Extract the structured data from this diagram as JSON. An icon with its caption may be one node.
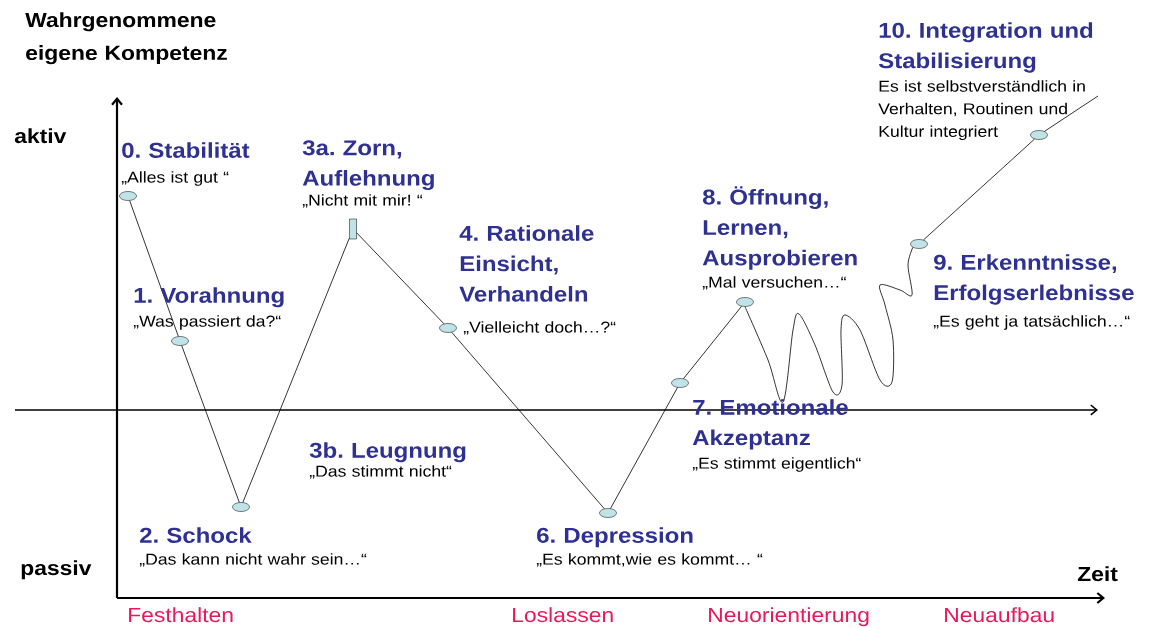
{
  "diagram": {
    "nodes": [
      {
        "text": [],
        "shape": "circle",
        "beside": [
          "0. Stabilität",
          "„Alles ist gut “"
        ]
      },
      {
        "text": [],
        "shape": "circle",
        "beside": [
          "1. Vorahnung",
          "„Was passiert da?“"
        ]
      },
      {
        "text": [],
        "shape": "circle",
        "beside": [
          "2. Schock",
          "„Das kann nicht wahr sein…“"
        ]
      },
      {
        "text": [],
        "shape": "box",
        "beside": [
          "3a. Zorn, Auflehnung",
          "„Nicht mit mir! “"
        ]
      },
      {
        "text": [],
        "shape": "circle",
        "beside": [
          "4. Rationale Einsicht, Verhandeln",
          "„Vielleicht doch…?“"
        ]
      },
      {
        "text": [],
        "shape": "circle",
        "beside": [
          "6. Depression",
          "„Es kommt,wie es kommt… “"
        ]
      },
      {
        "text": [],
        "shape": "circle",
        "beside": [
          "7. Emotionale Akzeptanz",
          "„Es stimmt eigentlich“"
        ]
      },
      {
        "text": [],
        "shape": "circle",
        "beside": [
          "8. Öffnung, Lernen, Ausprobieren",
          "„Mal versuchen…“"
        ]
      },
      {
        "text": [],
        "shape": "circle",
        "beside": [
          "9. Erkenntnisse, Erfolgserlebnisse",
          "„Es geht ja tatsächlich…“"
        ]
      },
      {
        "text": [],
        "shape": "circle",
        "beside": [
          "10. Integration und Stabilisierung",
          "Es ist selbstverständlich in Verhalten, Routinen und Kultur integriert"
        ]
      }
    ],
    "edges": [
      {
        "from": 0,
        "to": 1,
        "arrow": "none"
      },
      {
        "from": 1,
        "to": 2,
        "arrow": "none"
      },
      {
        "from": 2,
        "to": 3,
        "arrow": "none"
      },
      {
        "from": 3,
        "to": 4,
        "arrow": "none"
      },
      {
        "from": 4,
        "to": 5,
        "arrow": "none"
      },
      {
        "from": 5,
        "to": 6,
        "arrow": "none"
      },
      {
        "from": 6,
        "to": 7,
        "arrow": "none"
      },
      {
        "from": 7,
        "to": 8,
        "arrow": "none"
      },
      {
        "from": 8,
        "to": 9,
        "arrow": "none"
      },
      {
        "from": 9,
        "to": null,
        "arrow": "none"
      }
    ],
    "labels": [
      "Wahrgenommene eigene Kompetenz",
      "aktiv",
      "3b. Leugnung",
      "„Das stimmt nicht“",
      "passiv",
      "Zeit",
      "Festhalten",
      "Loslassen",
      "Neuorientierung",
      "Neuaufbau"
    ]
  }
}
